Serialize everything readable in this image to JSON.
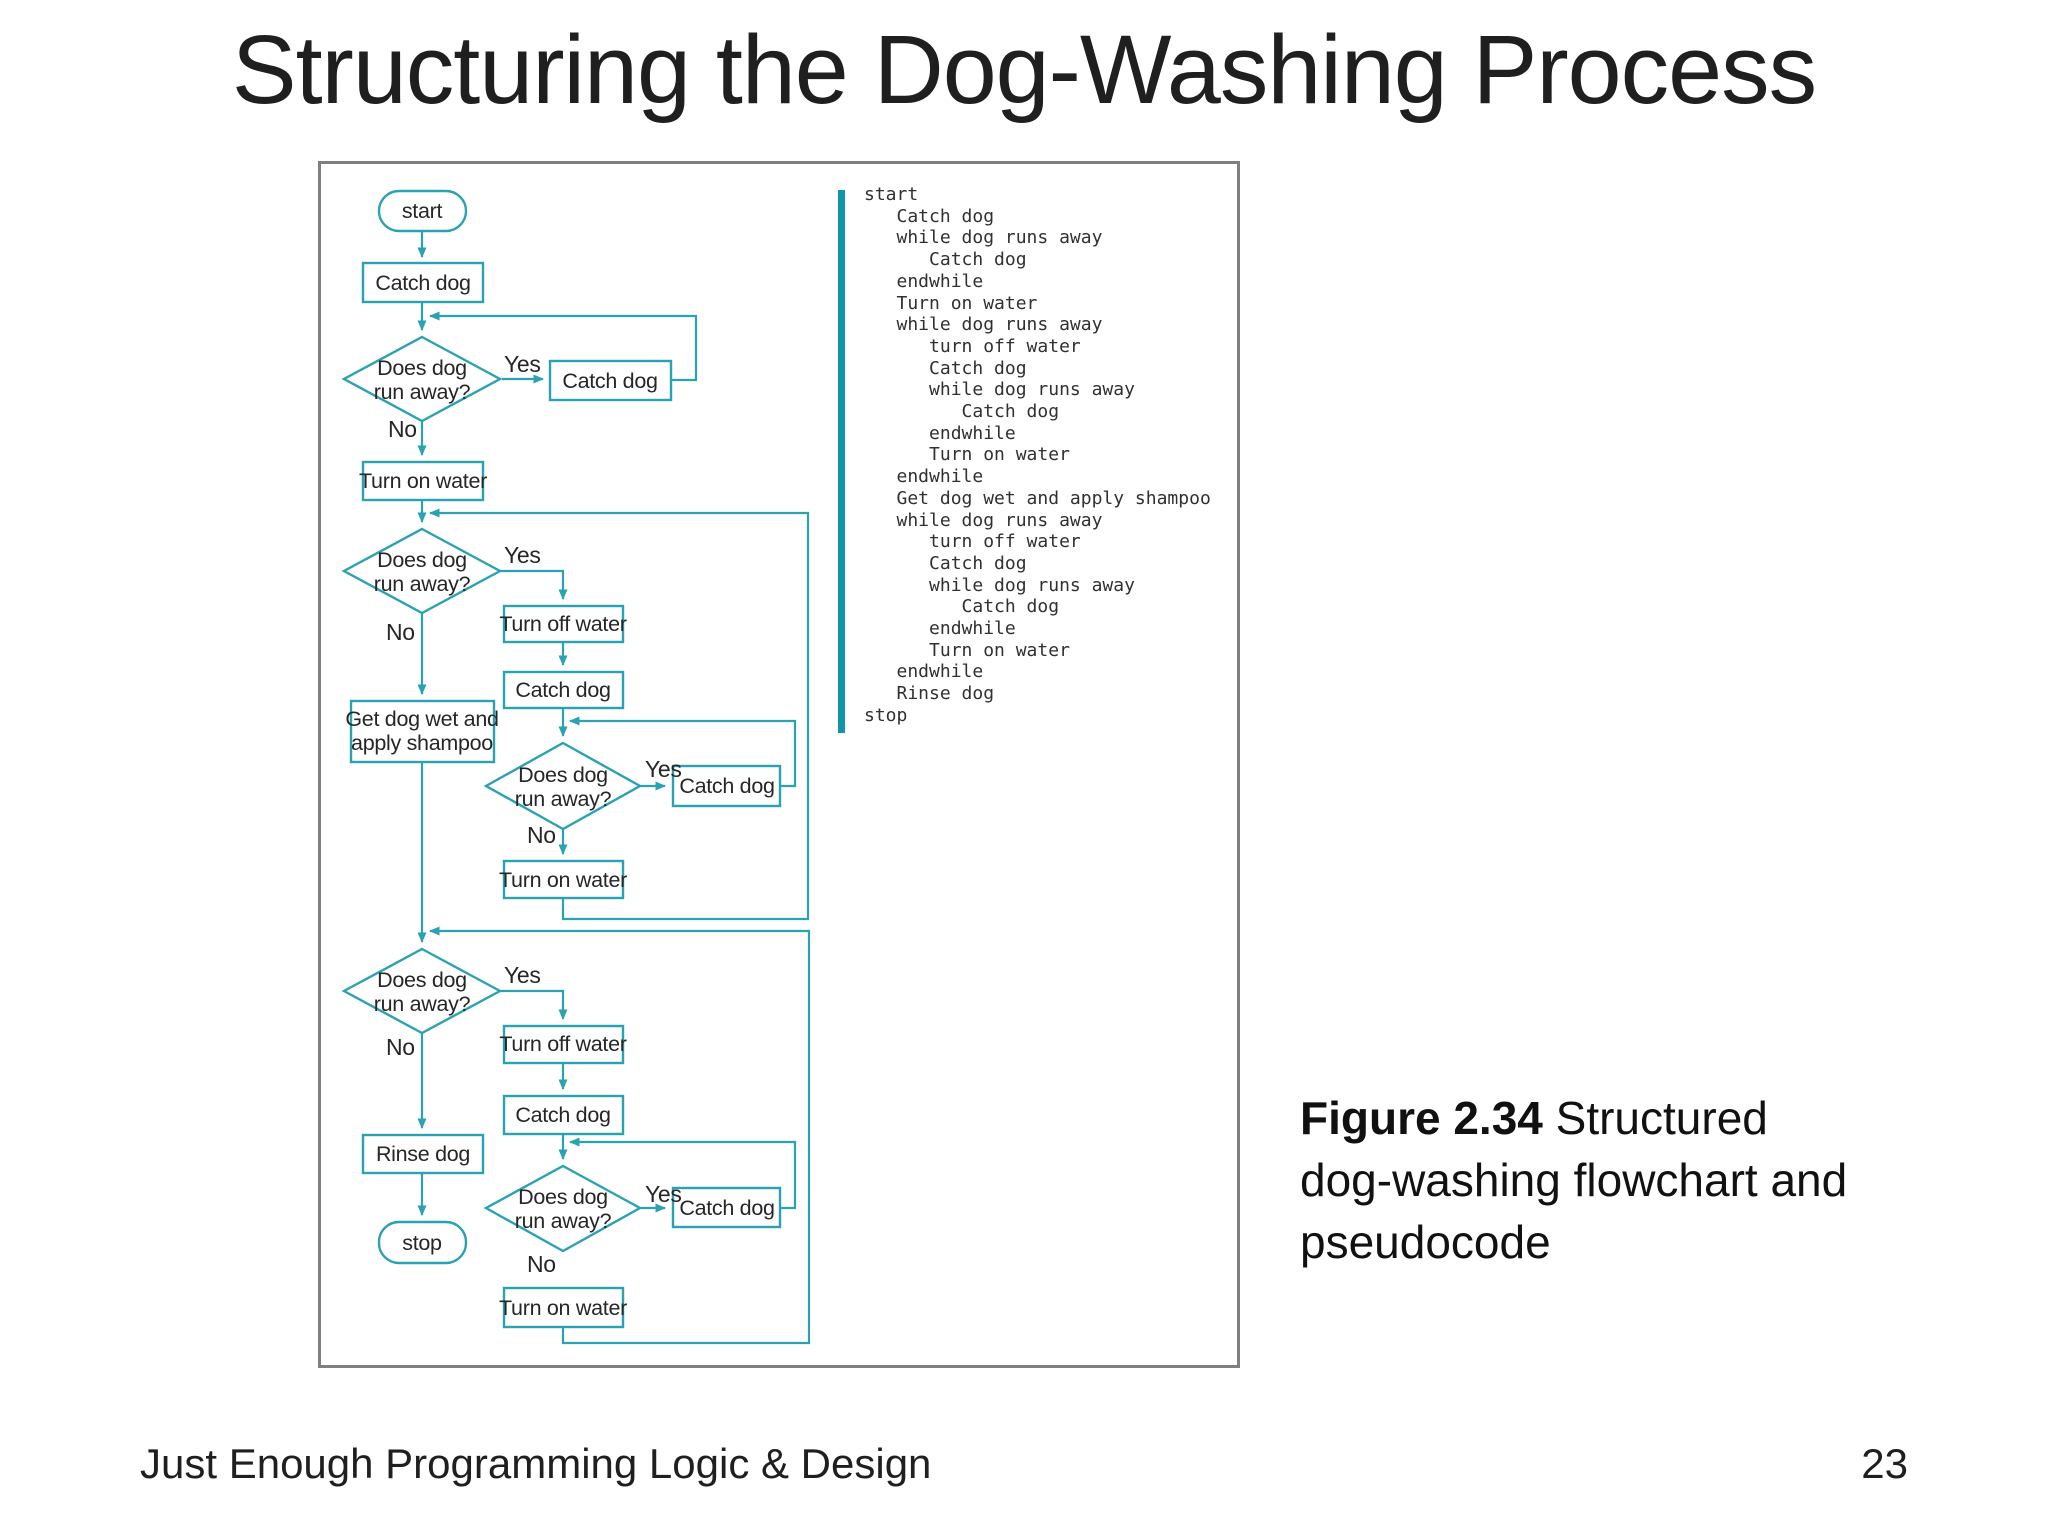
{
  "slide": {
    "title": "Structuring the Dog-Washing Process",
    "footer": "Just Enough Programming Logic & Design",
    "page_number": "23"
  },
  "figure": {
    "caption": {
      "label": "Figure 2.34",
      "line1": "Structured",
      "line2": "dog-washing flowchart and",
      "line3": "pseudocode"
    }
  },
  "flowchart": {
    "labels": {
      "start": "start",
      "stop": "stop",
      "catch_dog": "Catch dog",
      "turn_on_water": "Turn on water",
      "turn_off_water": "Turn off water",
      "rinse_dog": "Rinse dog",
      "decision_line1": "Does dog",
      "decision_line2": "run away?",
      "get_wet_line1": "Get dog wet and",
      "get_wet_line2": "apply shampoo",
      "yes": "Yes",
      "no": "No"
    },
    "colors": {
      "line_teal": "#2BA2B2",
      "divider_teal": "#1295AB",
      "figure_border_gray": "#7F7F7F"
    }
  },
  "pseudocode": {
    "lines": [
      "start",
      "   Catch dog",
      "   while dog runs away",
      "      Catch dog",
      "   endwhile",
      "   Turn on water",
      "   while dog runs away",
      "      turn off water",
      "      Catch dog",
      "      while dog runs away",
      "         Catch dog",
      "      endwhile",
      "      Turn on water",
      "   endwhile",
      "   Get dog wet and apply shampoo",
      "   while dog runs away",
      "      turn off water",
      "      Catch dog",
      "      while dog runs away",
      "         Catch dog",
      "      endwhile",
      "      Turn on water",
      "   endwhile",
      "   Rinse dog",
      "stop"
    ]
  }
}
